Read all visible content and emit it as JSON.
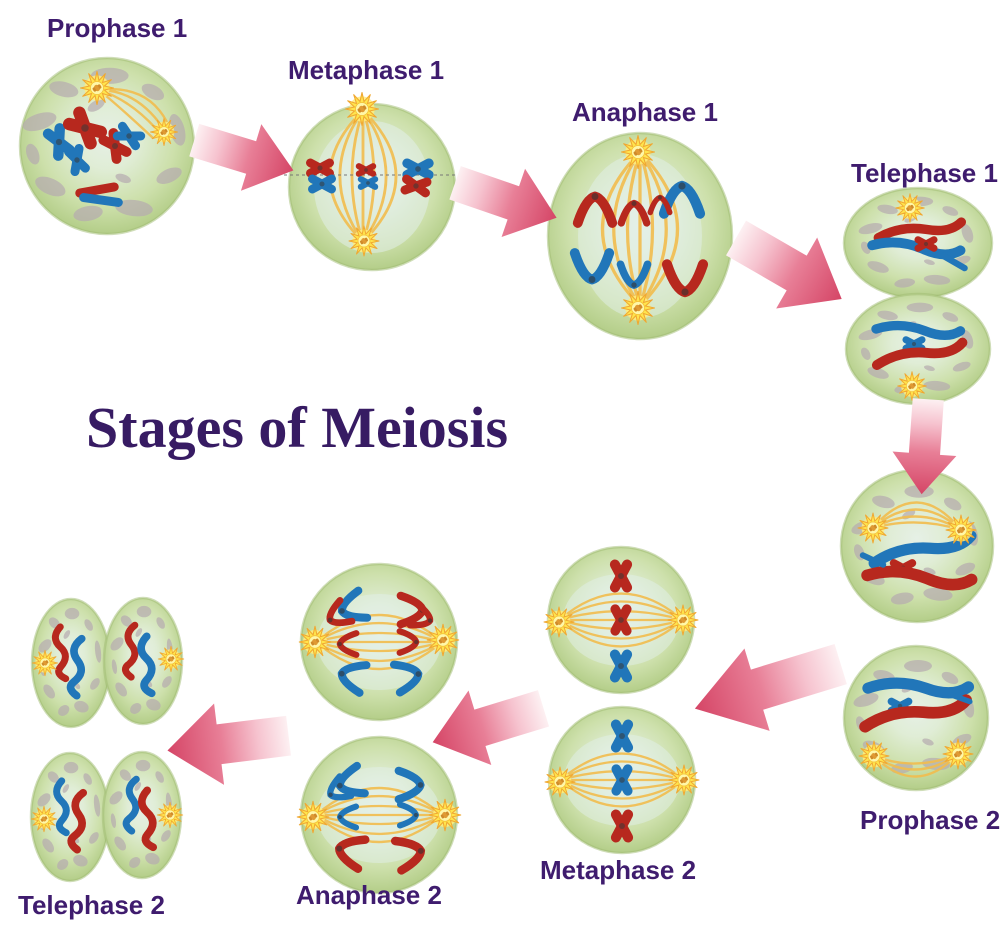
{
  "title": "Stages of Meiosis",
  "stages": [
    {
      "label": "Prophase 1"
    },
    {
      "label": "Metaphase 1"
    },
    {
      "label": "Anaphase 1"
    },
    {
      "label": "Telephase 1"
    },
    {
      "label": "Prophase 2"
    },
    {
      "label": "Metaphase 2"
    },
    {
      "label": "Anaphase 2"
    },
    {
      "label": "Telephase 2"
    }
  ],
  "arrows": [
    {
      "name": "prophase1-to-metaphase1",
      "direction": "right"
    },
    {
      "name": "metaphase1-to-anaphase1",
      "direction": "right"
    },
    {
      "name": "anaphase1-to-telephase1",
      "direction": "right"
    },
    {
      "name": "telephase1-to-prophase2",
      "direction": "down"
    },
    {
      "name": "prophase2-to-metaphase2",
      "direction": "left"
    },
    {
      "name": "metaphase2-to-anaphase2",
      "direction": "left"
    },
    {
      "name": "anaphase2-to-telephase2",
      "direction": "left"
    }
  ],
  "colors": {
    "label_text": "#3f1c6e",
    "title_text": "#371b63",
    "arrow_head": "#d54566",
    "arrow_tail": "#fdf0f2",
    "cell_edge_green": "#aac47e",
    "cell_center": "#e6f0e6",
    "chromosome_red": "#b7281e",
    "chromosome_blue": "#2176b9",
    "centrosome_yellow": "#ffe44d",
    "spindle_fiber": "#f2bd4e",
    "chromatin_gray": "#b6abb0"
  }
}
